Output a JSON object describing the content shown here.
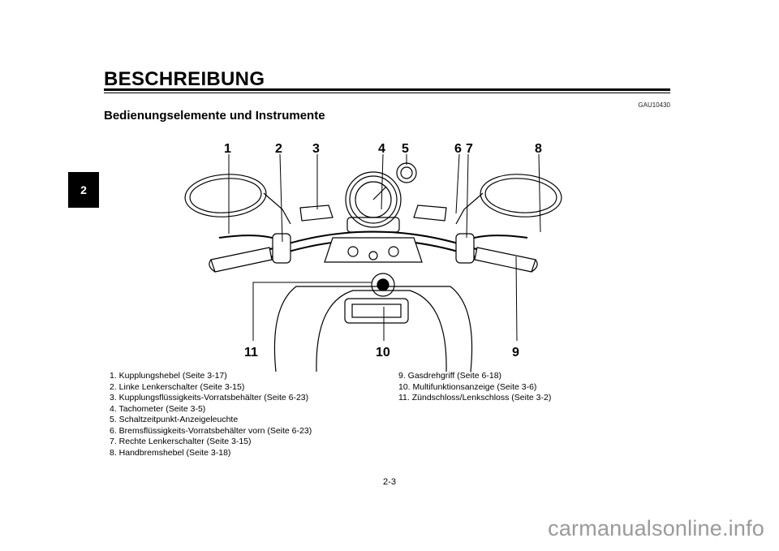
{
  "chapter_tab": "2",
  "header": {
    "section_title": "BESCHREIBUNG",
    "doc_code": "GAU10430",
    "subtitle": "Bedienungselemente und Instrumente"
  },
  "figure": {
    "callouts": [
      "1",
      "2",
      "3",
      "4",
      "5",
      "6",
      "7",
      "8",
      "9",
      "10",
      "11"
    ]
  },
  "legend": {
    "left": [
      "1. Kupplungshebel (Seite 3-17)",
      "2. Linke Lenkerschalter (Seite 3-15)",
      "3. Kupplungsflüssigkeits-Vorratsbehälter (Seite 6-23)",
      "4. Tachometer (Seite 3-5)",
      "5. Schaltzeitpunkt-Anzeigeleuchte",
      "6. Bremsflüssigkeits-Vorratsbehälter vorn (Seite 6-23)",
      "7. Rechte Lenkerschalter (Seite 3-15)",
      "8. Handbremshebel (Seite 3-18)"
    ],
    "right": [
      "9. Gasdrehgriff (Seite 6-18)",
      "10. Multifunktionsanzeige (Seite 3-6)",
      "11. Zündschloss/Lenkschloss (Seite 3-2)"
    ]
  },
  "page_number": "2-3",
  "watermark": "carmanualsonline.info"
}
